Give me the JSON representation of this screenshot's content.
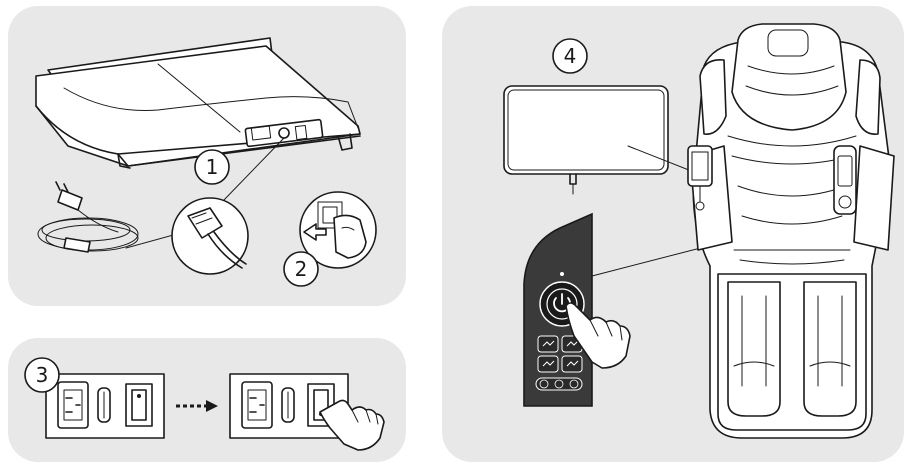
{
  "steps": [
    {
      "number": "1"
    },
    {
      "number": "2"
    },
    {
      "number": "3"
    },
    {
      "number": "4"
    }
  ],
  "icons": {
    "power": "power-symbol",
    "hand": "pointing-hand",
    "arrow": "right-arrow"
  },
  "colors": {
    "panel_background": "#e8e8e8",
    "line": "#1a1a1a",
    "remote_body": "#3a3a3a"
  }
}
